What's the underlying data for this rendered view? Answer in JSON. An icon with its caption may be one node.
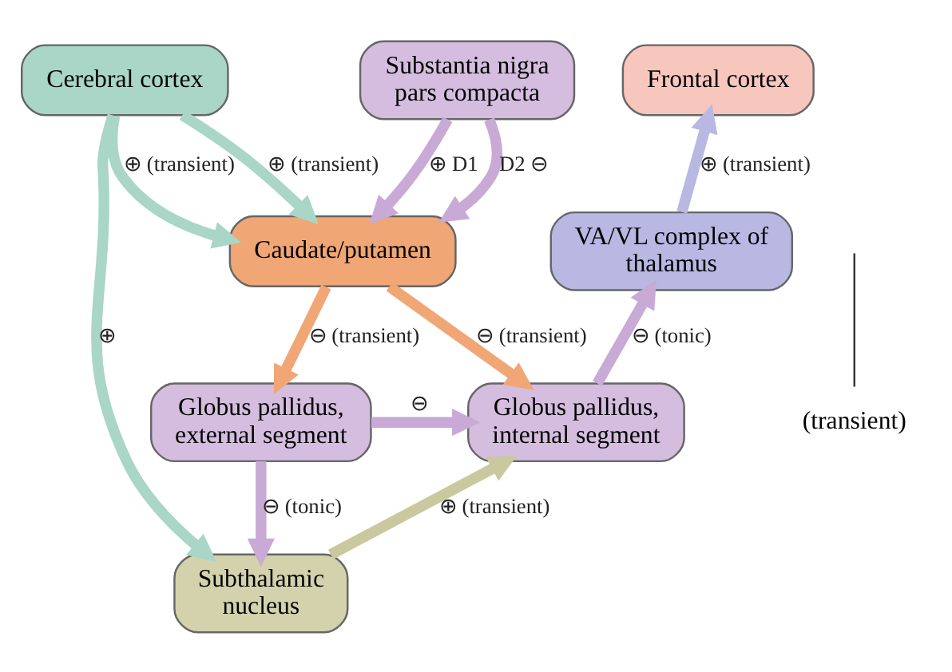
{
  "diagram": {
    "nodes": [
      {
        "text": [
          "Cerebral cortex"
        ]
      },
      {
        "text": [
          "Frontal cortex"
        ]
      },
      {
        "text": [
          "Substantia nigra pars compacta"
        ]
      },
      {
        "text": [
          "Caudate/putamen"
        ]
      },
      {
        "text": [
          "VA/VL complex of thalamus"
        ]
      },
      {
        "text": [
          "Globus pallidus, external segment"
        ]
      },
      {
        "text": [
          "Globus pallidus, internal segment"
        ]
      },
      {
        "text": [
          "Subthalamic nucleus"
        ]
      },
      {
        "text": [
          "(transient)"
        ]
      }
    ],
    "edges": [
      {
        "from": 0,
        "to": 3,
        "arrow": "to",
        "label": "⊕ (transient)",
        "color": "#a9d6c6"
      },
      {
        "from": 0,
        "to": 3,
        "arrow": "to",
        "label": "⊕ (transient)",
        "color": "#a9d6c6"
      },
      {
        "from": 0,
        "to": 7,
        "arrow": "to",
        "label": "⊕",
        "color": "#a9d6c6"
      },
      {
        "from": 2,
        "to": 3,
        "arrow": "to",
        "label": "⊕ D1"
      },
      {
        "from": 2,
        "to": 3,
        "arrow": "to",
        "label": "D2 ⊖"
      },
      {
        "from": 8,
        "to": null,
        "arrow": "none",
        "color": "#333333"
      },
      {
        "from": 3,
        "to": 5,
        "arrow": "to",
        "label": "⊖ (transient)",
        "color": "#f0a675"
      },
      {
        "from": 3,
        "to": 6,
        "arrow": "to",
        "label": "⊖ (transient)",
        "color": "#f0a675"
      },
      {
        "from": 5,
        "to": 6,
        "arrow": "to",
        "label": "⊖"
      },
      {
        "from": 5,
        "to": 7,
        "arrow": "to",
        "label": "⊖ (tonic)"
      },
      {
        "from": 7,
        "to": 6,
        "arrow": "to",
        "label": "⊕ (transient)",
        "color": "#c9c89f"
      },
      {
        "from": 6,
        "to": 4,
        "arrow": "to",
        "label": "⊖ (tonic)"
      },
      {
        "from": 4,
        "to": 1,
        "arrow": "to",
        "label": "⊕ (transient)",
        "color": "#b9b8e3"
      }
    ]
  }
}
